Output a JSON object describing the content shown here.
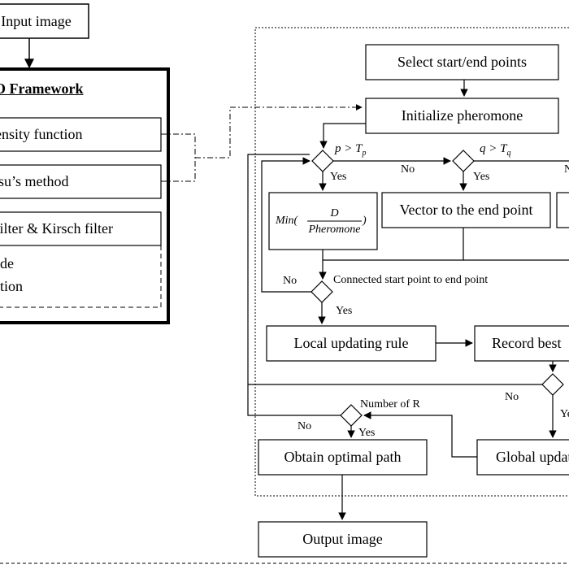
{
  "diagram": {
    "boxes": {
      "input_image": "Input image",
      "framework_title": "ACO Framework",
      "intensity_function": "Intensity function",
      "otsu_method": "Otsu’s method",
      "filters": "Sobel filter & Kirsch filter",
      "magnitude": "Magnitude",
      "direction": "Direction",
      "select_points": "Select start/end points",
      "init_pheromone": "Initialize pheromone",
      "vector_end_point": "Vector to the end point",
      "local_updating_rule": "Local updating rule",
      "record_best": "Record best",
      "obtain_optimal_path": "Obtain optimal path",
      "global_update": "Global update",
      "output_image": "Output image"
    },
    "formula": {
      "prefix": "Min(",
      "numerator": "D",
      "denominator": "Pheromone",
      "suffix": ")"
    },
    "conditions": {
      "p_base": "p > T",
      "p_sub": "p",
      "q_base": "q > T",
      "q_sub": "q",
      "connected": "Connected start point to end point",
      "number_of_r": "Number of R"
    },
    "branch_labels": {
      "yes": "Yes",
      "no": "No"
    }
  }
}
